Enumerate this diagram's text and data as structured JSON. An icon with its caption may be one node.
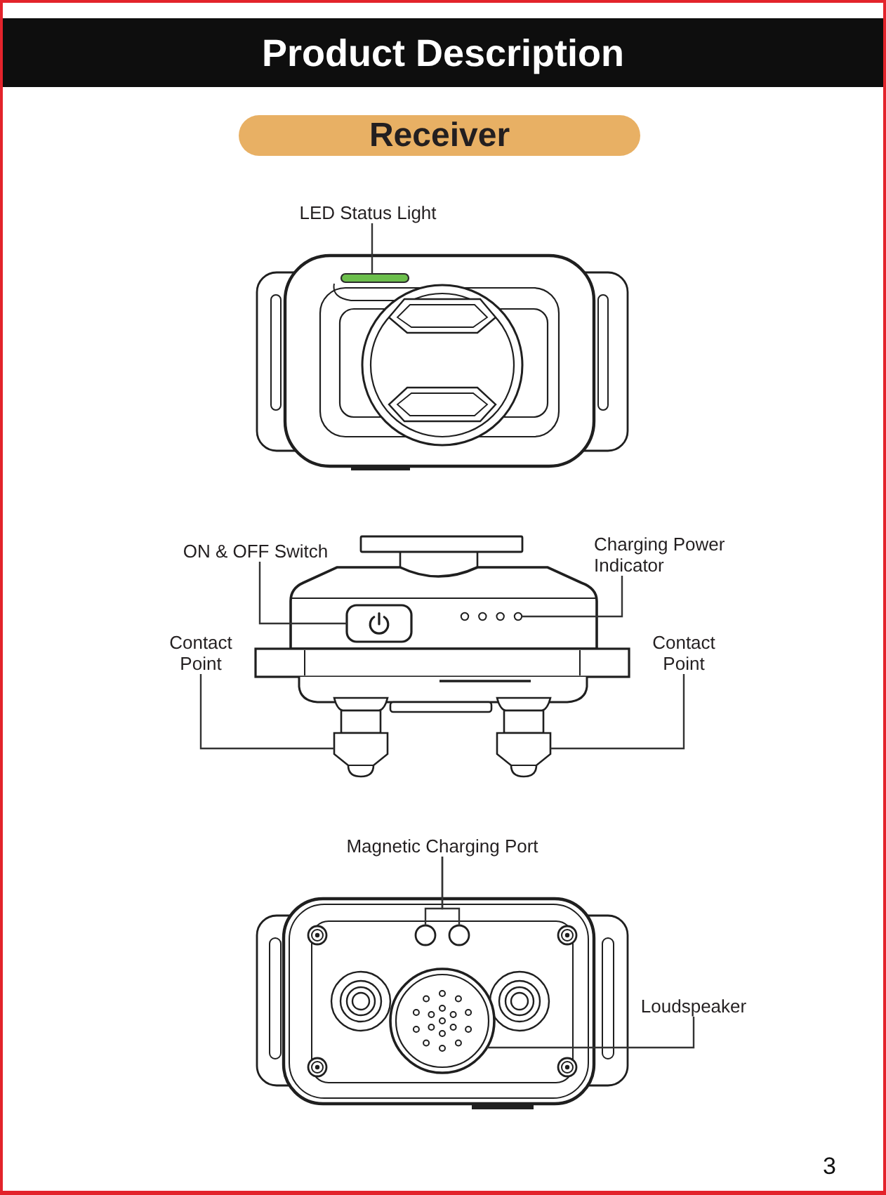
{
  "diagram": {
    "title": "Product Description",
    "nodes": [
      {
        "text": [
          "Receiver"
        ]
      },
      {
        "text": [
          "LED Status Light"
        ]
      },
      {
        "text": [],
        "shape": "bar"
      },
      {
        "text": [
          "ON & OFF Switch"
        ]
      },
      {
        "text": [],
        "shape": "box"
      },
      {
        "text": [
          "Charging Power Indicator"
        ]
      },
      {
        "text": [],
        "shape": "dots"
      },
      {
        "text": [
          "Contact Point"
        ]
      },
      {
        "text": [],
        "shape": "picture"
      },
      {
        "text": [
          "Contact Point"
        ]
      },
      {
        "text": [],
        "shape": "picture"
      },
      {
        "text": [
          "Magnetic Charging Port"
        ]
      },
      {
        "text": [],
        "shape": "circle"
      },
      {
        "text": [],
        "shape": "circle"
      },
      {
        "text": [
          "Loudspeaker"
        ]
      },
      {
        "text": [],
        "shape": "circle"
      }
    ],
    "edges": [
      {
        "from": 1,
        "to": 2,
        "arrow": "none"
      },
      {
        "from": 3,
        "to": 4,
        "arrow": "none"
      },
      {
        "from": 5,
        "to": 6,
        "arrow": "none"
      },
      {
        "from": 7,
        "to": 8,
        "arrow": "none"
      },
      {
        "from": 9,
        "to": 10,
        "arrow": "none"
      },
      {
        "from": 11,
        "to": 12,
        "arrow": "none"
      },
      {
        "from": 11,
        "to": 13,
        "arrow": "none"
      },
      {
        "from": 14,
        "to": 15,
        "arrow": "none"
      }
    ],
    "labels": [
      "3"
    ]
  }
}
